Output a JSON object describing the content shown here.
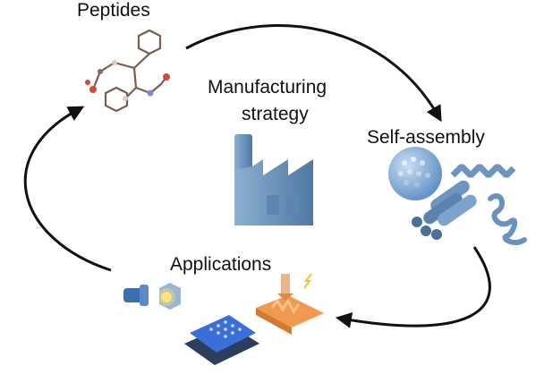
{
  "labels": {
    "peptides": "Peptides",
    "manufacturing_line1": "Manufacturing",
    "manufacturing_line2": "strategy",
    "self_assembly": "Self-assembly",
    "applications": "Applications"
  },
  "colors": {
    "arrow": "#111111",
    "factory": "#6f94b8",
    "nano": "#7fa8d4",
    "device_blue": "#3a6fd8",
    "device_orange": "#f09a50",
    "molecule_carbon": "#8a6a5a",
    "molecule_oxygen": "#d04a3a"
  },
  "icons": [
    "peptide-molecule-icon",
    "factory-icon",
    "nanosphere-icon",
    "nanofiber-bundle-icon",
    "beta-sheet-icon",
    "helix-ribbon-icon",
    "lens-tube-icon",
    "sensor-chip-icon",
    "electrode-device-icon"
  ]
}
